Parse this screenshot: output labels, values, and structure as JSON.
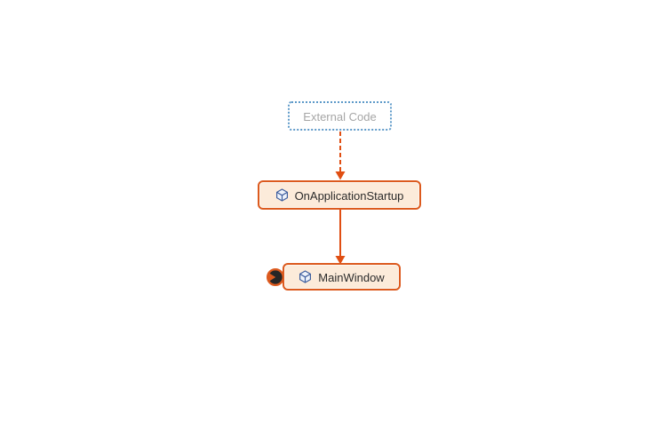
{
  "diagram": {
    "type": "code-map-call-graph",
    "nodes": {
      "external": {
        "label": "External Code",
        "kind": "external-group"
      },
      "startup": {
        "label": "OnApplicationStartup",
        "kind": "method",
        "icon": "cube-icon"
      },
      "mainwindow": {
        "label": "MainWindow",
        "kind": "method",
        "icon": "cube-icon",
        "badge": "expand-incoming-links-badge"
      }
    },
    "edges": [
      {
        "from": "External Code",
        "to": "OnApplicationStartup",
        "style": "dashed",
        "direction": "down"
      },
      {
        "from": "OnApplicationStartup",
        "to": "MainWindow",
        "style": "solid",
        "direction": "down"
      }
    ],
    "colors": {
      "node_border": "#dc5a1e",
      "node_fill": "#fcebda",
      "node_text": "#2b2b2b",
      "edge_color": "#e04e12",
      "external_border": "#5e9ac9",
      "external_text": "#a6a6a6",
      "icon_blue": "#3e5e9e",
      "badge_dark": "#262626",
      "canvas_bg": "#ffffff"
    }
  }
}
